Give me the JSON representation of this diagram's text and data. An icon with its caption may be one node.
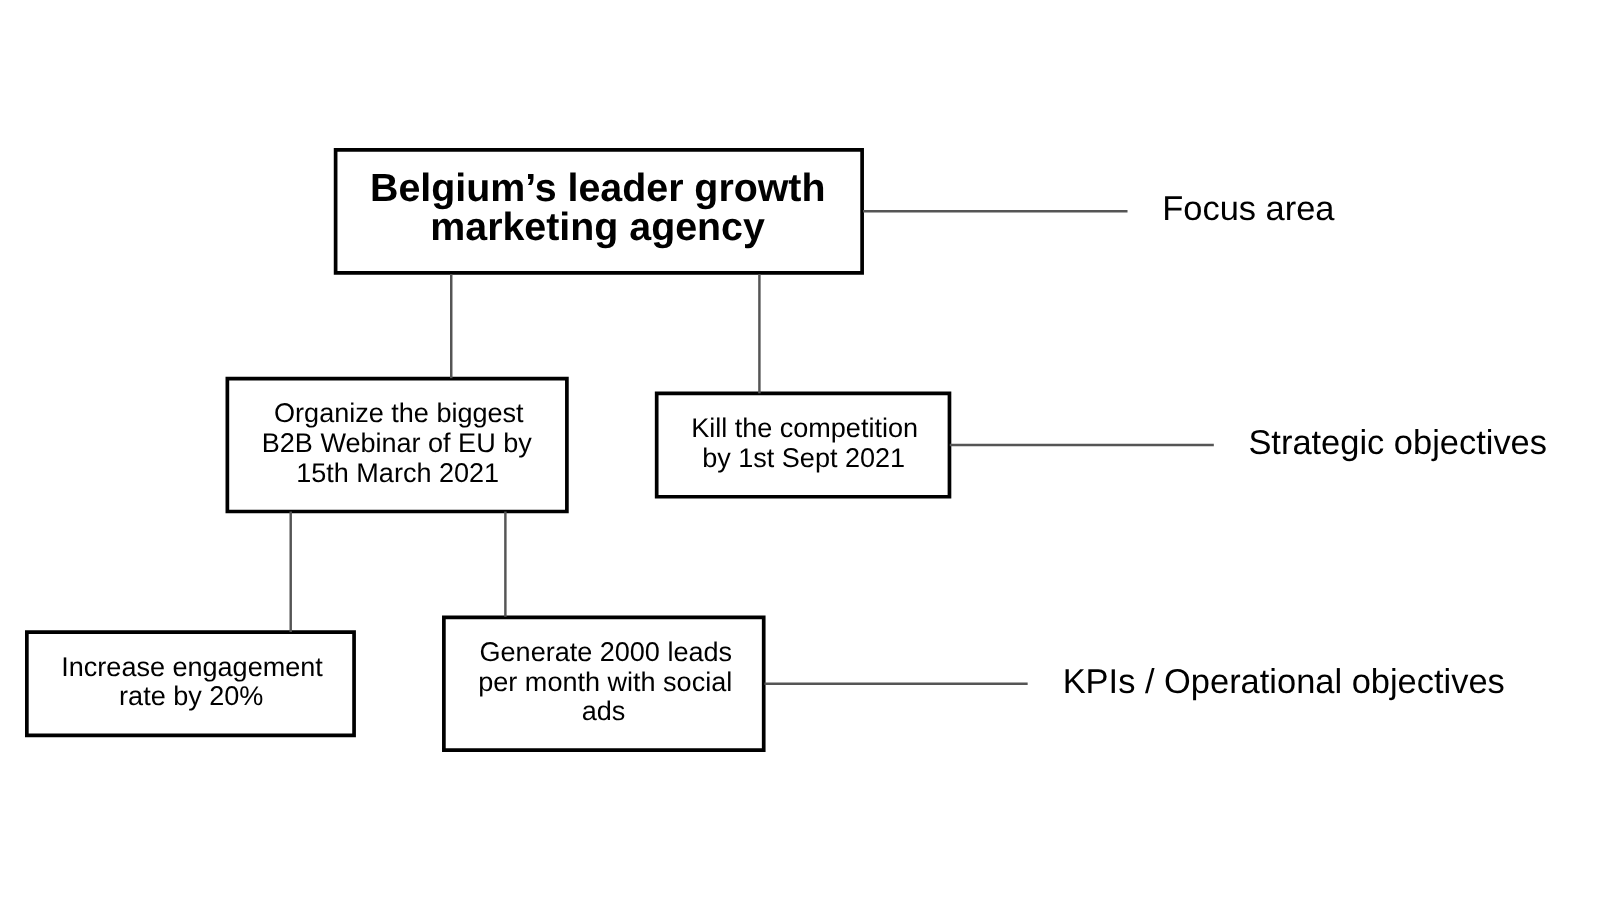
{
  "diagram": {
    "nodes": [
      {
        "text": [
          "Belgium’s leader growth marketing agency"
        ]
      },
      {
        "text": [
          "Organize the biggest B2B Webinar of EU by 15th March 2021"
        ]
      },
      {
        "text": [
          "Kill the competition by 1st Sept 2021"
        ]
      },
      {
        "text": [
          "Increase engagement rate by 20%"
        ]
      },
      {
        "text": [
          "Generate 2000 leads per month with social ads"
        ]
      },
      {
        "text": [
          "Focus area"
        ]
      },
      {
        "text": [
          "Strategic objectives"
        ]
      },
      {
        "text": [
          "KPIs / Operational objectives"
        ]
      }
    ],
    "edges": [
      {
        "from": 0,
        "to": 1,
        "arrow": "none"
      },
      {
        "from": 0,
        "to": 2,
        "arrow": "none"
      },
      {
        "from": 1,
        "to": 3,
        "arrow": "none"
      },
      {
        "from": 1,
        "to": 4,
        "arrow": "none"
      },
      {
        "from": 0,
        "to": 5,
        "arrow": "none"
      },
      {
        "from": 2,
        "to": 6,
        "arrow": "none"
      },
      {
        "from": 4,
        "to": 7,
        "arrow": "none"
      }
    ]
  }
}
